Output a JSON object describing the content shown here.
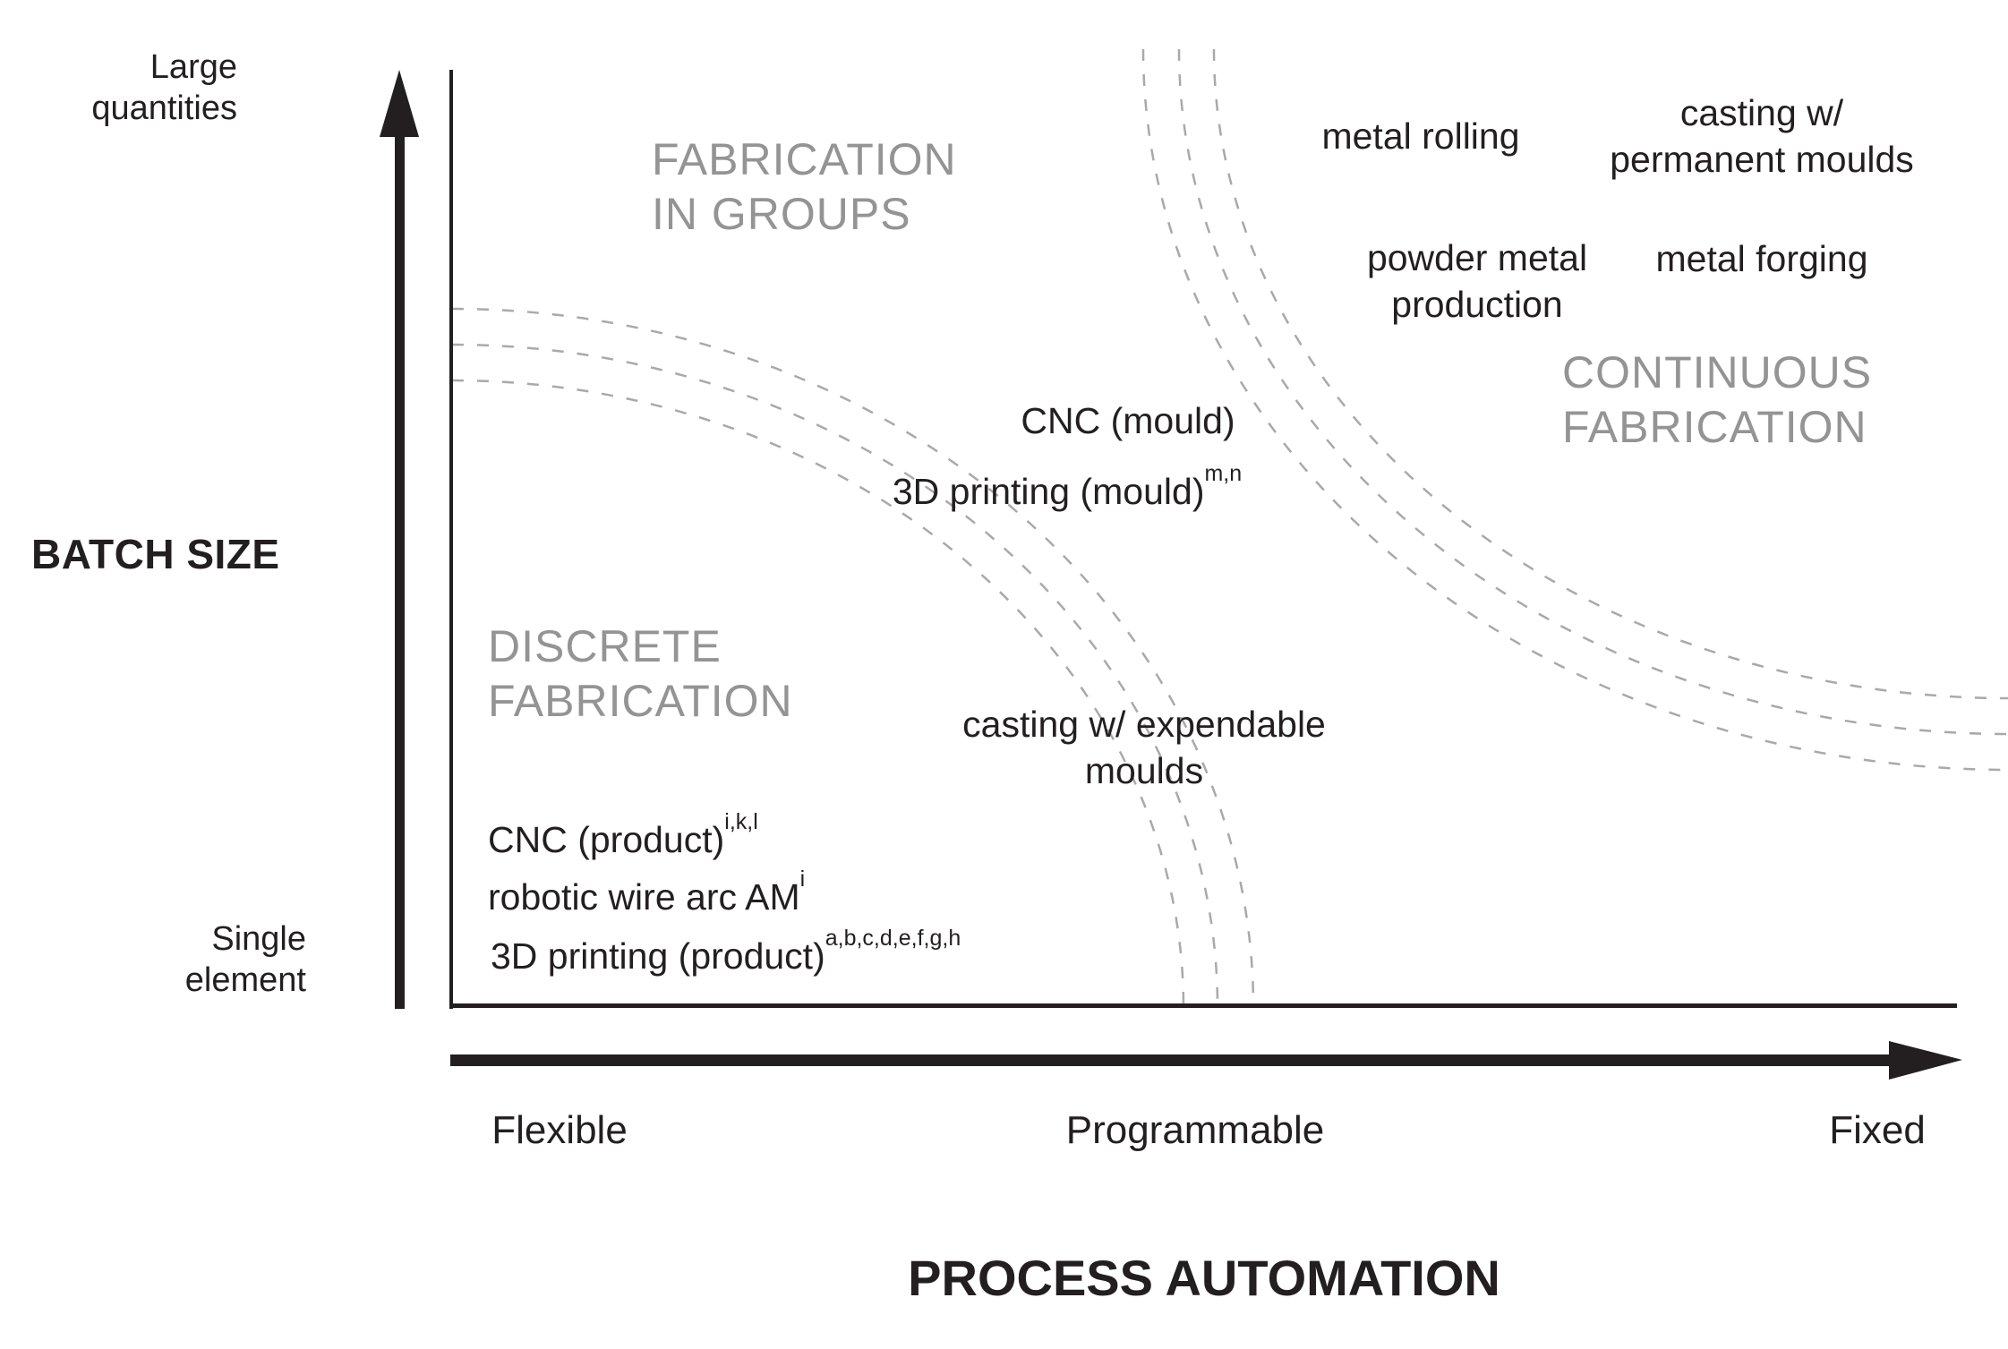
{
  "colors": {
    "text": "#231f20",
    "region_label": "#949494",
    "boundary_dash": "#a9a9a9"
  },
  "y_axis": {
    "title": "BATCH SIZE",
    "max_label_line1": "Large",
    "max_label_line2": "quantities",
    "min_label_line1": "Single",
    "min_label_line2": "element"
  },
  "x_axis": {
    "title": "PROCESS AUTOMATION",
    "ticks": [
      "Flexible",
      "Programmable",
      "Fixed"
    ]
  },
  "regions": {
    "fabrication_in_groups": {
      "line1": "FABRICATION",
      "line2": "IN GROUPS"
    },
    "discrete_fabrication": {
      "line1": "DISCRETE",
      "line2": "FABRICATION"
    },
    "continuous_fabrication": {
      "line1": "CONTINUOUS",
      "line2": "FABRICATION"
    }
  },
  "processes": {
    "metal_rolling": {
      "label": "metal rolling"
    },
    "casting_permanent_moulds": {
      "line1": "casting w/",
      "line2": "permanent moulds"
    },
    "powder_metal_production": {
      "line1": "powder metal",
      "line2": "production"
    },
    "metal_forging": {
      "label": "metal forging"
    },
    "cnc_mould": {
      "label": "CNC (mould)"
    },
    "printing_mould": {
      "label": "3D printing (mould)",
      "sup": "m,n"
    },
    "casting_expendable_moulds": {
      "line1": "casting w/ expendable",
      "line2": "moulds"
    },
    "cnc_product": {
      "label": "CNC (product)",
      "sup": "i,k,l"
    },
    "robotic_wire_arc_am": {
      "label": "robotic wire arc AM",
      "sup": "i"
    },
    "printing_product": {
      "label": "3D printing (product)",
      "sup": "a,b,c,d,e,f,g,h"
    }
  }
}
